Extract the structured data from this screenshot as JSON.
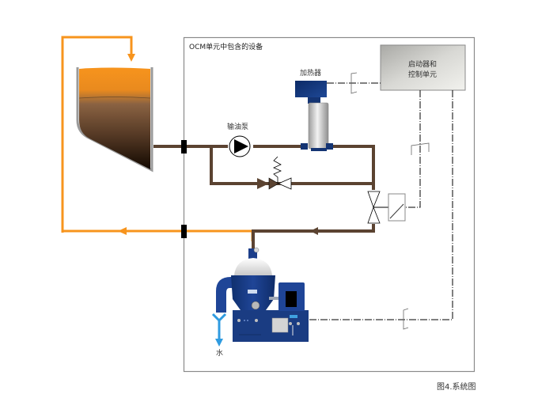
{
  "diagram": {
    "frame_title": "OCM单元中包含的设备",
    "caption": "图4.系统图",
    "labels": {
      "heater": "加热器",
      "pump": "输油泵",
      "controller_line1": "启动器和",
      "controller_line2": "控制单元",
      "water": "水"
    },
    "colors": {
      "oil_hot": "#f7941d",
      "oil_dirty": "#5b4331",
      "equipment_blue": "#1b3a7a",
      "water_blue": "#2f9be0",
      "frame": "#8a8a8a",
      "signal": "#000000"
    },
    "components": [
      {
        "id": "settling-tank",
        "name": "Settling tank"
      },
      {
        "id": "feed-pump",
        "name": "输油泵"
      },
      {
        "id": "heater",
        "name": "加热器"
      },
      {
        "id": "pressure-relief-valve",
        "name": "Pressure relief valve"
      },
      {
        "id": "three-way-valve",
        "name": "Three-way valve with actuator"
      },
      {
        "id": "separator",
        "name": "Separator"
      },
      {
        "id": "control-unit",
        "name": "启动器和控制单元"
      }
    ]
  }
}
